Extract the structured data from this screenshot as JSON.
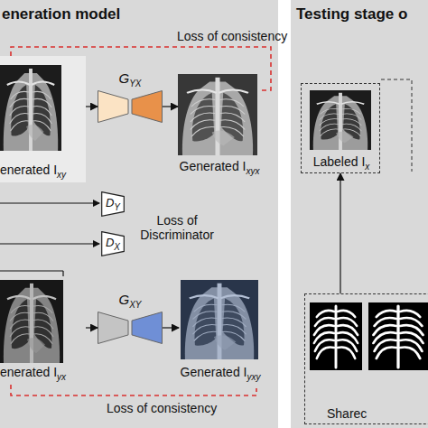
{
  "diagram": {
    "nodes": [
      {
        "text": [
          "eneration model"
        ]
      },
      {
        "text": [
          "enerated I"
        ],
        "in": 0
      },
      {
        "text": [
          "G"
        ],
        "in": 0
      },
      {
        "text": [
          "Generated I"
        ],
        "in": 0
      },
      {
        "text": [
          "D"
        ],
        "in": 0
      },
      {
        "text": [
          "D"
        ],
        "in": 0
      },
      {
        "text": [
          "enerated I"
        ],
        "in": 0
      },
      {
        "text": [
          "G"
        ],
        "in": 0
      },
      {
        "text": [
          "Generated I"
        ],
        "in": 0
      },
      {
        "text": [
          "Testing stage o"
        ]
      },
      {
        "text": [
          "Labeled I"
        ],
        "in": 9
      },
      {
        "text": [
          "Sharec"
        ],
        "in": 9
      }
    ],
    "edges": [
      {
        "from": 1,
        "to": 2,
        "arrow": "to"
      },
      {
        "from": 2,
        "to": 3,
        "arrow": "to"
      },
      {
        "from": 1,
        "to": 3,
        "arrow": "none",
        "label": "Loss of consistency"
      },
      {
        "from": 6,
        "to": 7,
        "arrow": "to"
      },
      {
        "from": 7,
        "to": 8,
        "arrow": "to"
      },
      {
        "from": 6,
        "to": 8,
        "arrow": "none",
        "label": "Loss of consistency"
      },
      {
        "from": 11,
        "to": 10,
        "arrow": "to"
      }
    ],
    "labels": [
      "xy",
      "YX",
      "xyx",
      "Y",
      "X",
      "Loss of Discriminator",
      "yx",
      "XY",
      "yxy",
      "x"
    ]
  }
}
